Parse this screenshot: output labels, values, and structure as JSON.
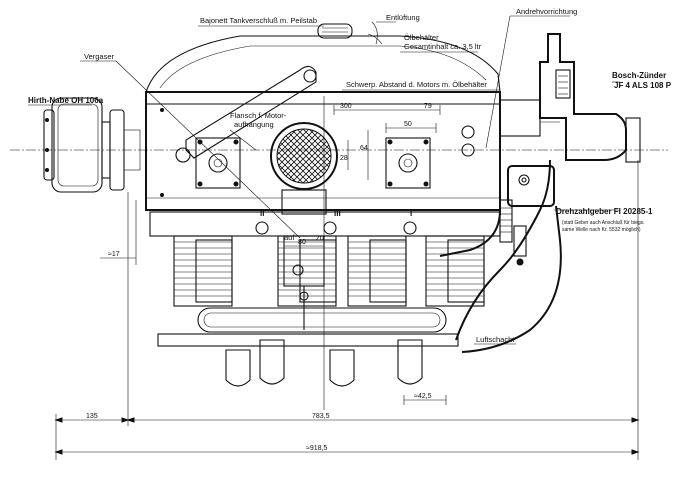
{
  "labels": {
    "tank": "Bajonett Tankverschluß m. Peilstab",
    "vent": "Entlüftung",
    "oil1": "Ölbehälter",
    "oil2": "Gesamtinhalt ca. 3,5 ltr",
    "starter": "Andrehvorrichtung",
    "carb": "Vergaser",
    "cg": "Schwerp. Abstand d. Motors m. Ölbehälter",
    "hub": "Hirth-Nabe OH 106a",
    "flange1": "Flansch f. Motor-",
    "flange2": "aufhangung",
    "mag1": "Bosch-Zünder",
    "mag2": "JF 4 ALS 108 P",
    "tacho": "Drehzahlgeber FI 20285-1",
    "tacho_n1": "(statt Geber auch Anschluß für biegs.",
    "tacho_n2": "same Welle nach Kr. 5532 möglich)",
    "duct": "Luftschacht",
    "auf": "auf",
    "zu": "zu",
    "cyl2": "II",
    "cyl3": "III",
    "cyl1": "I"
  },
  "dimensions": {
    "d300": "300",
    "d79": "79",
    "d50": "50",
    "d28": "28",
    "d64": "64",
    "d80": "80",
    "d17": "≈17",
    "d42": "≈42,5",
    "d135": "135",
    "d7835": "783,5",
    "d9185": "≈918,5"
  }
}
